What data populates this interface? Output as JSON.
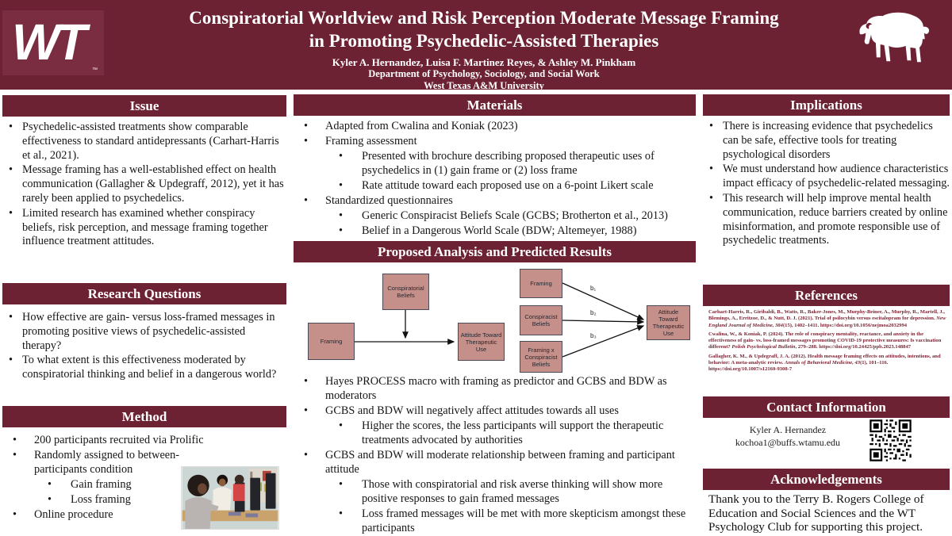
{
  "colors": {
    "maroon": "#6d2233",
    "logo_box": "#7a2c41",
    "diagram_box_fill": "#c6908a",
    "reference_text": "#7a2433"
  },
  "header": {
    "logo": "WT",
    "trademark": "™",
    "title_line1": "Conspiratorial Worldview and Risk Perception Moderate Message Framing",
    "title_line2": "in Promoting Psychedelic-Assisted Therapies",
    "authors": "Kyler A. Hernandez, Luisa F. Martinez Reyes, & Ashley M. Pinkham",
    "department": "Department of Psychology, Sociology, and Social Work",
    "university": "West Texas A&M University"
  },
  "sections": {
    "issue": {
      "title": "Issue",
      "bullets": [
        "Psychedelic-assisted treatments show comparable effectiveness to standard antidepressants (Carhart-Harris et al., 2021).",
        "Message framing has a well-established effect on health communication (Gallagher & Updegraff, 2012), yet it has rarely been applied to psychedelics.",
        "Limited research has examined whether conspiracy beliefs, risk perception, and message framing together influence treatment attitudes."
      ]
    },
    "research_questions": {
      "title": "Research Questions",
      "bullets": [
        "How effective are gain- versus loss-framed messages in promoting positive views of psychedelic-assisted therapy?",
        "To what extent is this effectiveness moderated by conspiratorial thinking and belief in a dangerous world?"
      ]
    },
    "method": {
      "title": "Method",
      "items": [
        {
          "level": 1,
          "text": "200 participants recruited via Prolific"
        },
        {
          "level": 1,
          "text": "Randomly assigned to between-participants condition"
        },
        {
          "level": 2,
          "text": "Gain framing"
        },
        {
          "level": 2,
          "text": "Loss framing"
        },
        {
          "level": 1,
          "text": "Online procedure"
        }
      ]
    },
    "materials": {
      "title": "Materials",
      "items": [
        {
          "level": 1,
          "text": "Adapted from Cwalina and Koniak (2023)"
        },
        {
          "level": 1,
          "text": "Framing assessment"
        },
        {
          "level": 2,
          "text": "Presented with brochure describing proposed therapeutic uses of psychedelics in (1) gain frame or (2) loss frame"
        },
        {
          "level": 2,
          "text": "Rate attitude toward each proposed use on a 6-point Likert scale"
        },
        {
          "level": 1,
          "text": "Standardized questionnaires"
        },
        {
          "level": 2,
          "text": "Generic Conspiracist Beliefs Scale (GCBS; Brotherton et al., 2013)"
        },
        {
          "level": 2,
          "text": "Belief in a Dangerous World Scale (BDW; Altemeyer, 1988)"
        }
      ]
    },
    "analysis": {
      "title": "Proposed Analysis and Predicted Results",
      "moderation_diagram": {
        "predictor": "Framing",
        "moderator": "Conspiratorial Beliefs",
        "outcome": "Attitude Toward Therapeutic Use"
      },
      "path_diagram": {
        "predictor1": "Framing",
        "predictor2": "Conspiracist Beliefs",
        "predictor3": "Framing x Conspiracist Beliefs",
        "outcome": "Attitude Toward Therapeutic Use",
        "b1": "b₁",
        "b2": "b₂",
        "b3": "b₃"
      },
      "items": [
        {
          "level": 1,
          "text": "Hayes PROCESS macro with framing as predictor and GCBS and BDW as moderators"
        },
        {
          "level": 1,
          "text": "GCBS and BDW will negatively affect attitudes towards all uses"
        },
        {
          "level": 2,
          "text": "Higher the scores, the less participants will support the therapeutic treatments advocated by authorities"
        },
        {
          "level": 1,
          "text": "GCBS and BDW will moderate relationship between framing and participant attitude"
        },
        {
          "level": 2,
          "text": "Those with conspiratorial and risk averse thinking will show more positive responses to gain framed messages"
        },
        {
          "level": 2,
          "text": "Loss framed messages will be met with more skepticism amongst these participants"
        }
      ]
    },
    "implications": {
      "title": "Implications",
      "bullets": [
        "There is increasing evidence that psychedelics can be safe, effective tools for treating psychological disorders",
        "We must understand how audience characteristics impact efficacy of psychedelic-related messaging.",
        "This research will help improve mental health communication, reduce barriers created by online misinformation, and promote responsible use of psychedelic treatments."
      ]
    },
    "references": {
      "title": "References",
      "items": [
        {
          "pre": "Carhart-Harris, R., Giribaldi, B., Watts, R., Baker-Jones, M., Murphy-Beiner, A., Murphy, R., Martell, J., Blemings, A., Erritzoe, D., & Nutt, D. J. (2021). Trial of psilocybin versus escitalopram for depression. ",
          "italic": "New England Journal of Medicine, 384",
          "post": "(15), 1402–1411. https://doi.org/10.1056/nejmoa2032994"
        },
        {
          "pre": "Cwalina, W., & Koniak, P. (2024). The role of conspiracy mentality, reactance, and anxiety in the effectiveness of gain- vs. loss-framed messages promoting COVID-19 protective measures: Is vaccination different? ",
          "italic": "Polish Psychological Bulletin",
          "post": ", 279–288. https://doi.org/10.24425/ppb.2023.148847"
        },
        {
          "pre": "Gallagher, K. M., & Updegraff, J. A. (2012). Health message framing effects on attitudes, intentions, and behavior: A meta-analytic review. ",
          "italic": "Annals of Behavioral Medicine, 43",
          "post": "(1), 101–116. https://doi.org/10.1007/s12160-9308-7"
        }
      ]
    },
    "contact": {
      "title": "Contact Information",
      "name": "Kyler A. Hernandez",
      "email": "kochoa1@buffs.wtamu.edu"
    },
    "acknowledgements": {
      "title": "Acknowledgements",
      "text": "Thank you to the Terry B. Rogers College of Education and Social Sciences and the WT Psychology Club for supporting this project."
    }
  }
}
